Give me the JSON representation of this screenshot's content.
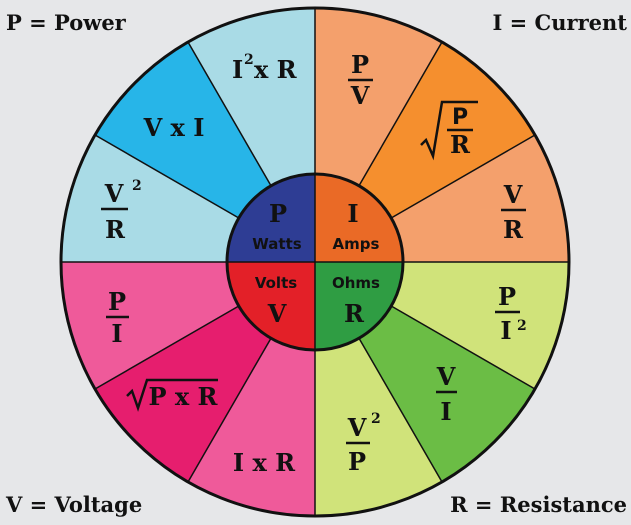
{
  "legend": {
    "power": "P = Power",
    "current": "I = Current",
    "voltage": "V = Voltage",
    "resistance": "R = Resistance"
  },
  "center": {
    "power": {
      "symbol": "P",
      "unit": "Watts",
      "color": "#2e3d94"
    },
    "current": {
      "symbol": "I",
      "unit": "Amps",
      "color": "#ea6a26"
    },
    "voltage": {
      "symbol": "V",
      "unit": "Volts",
      "color": "#e32028"
    },
    "resistance": {
      "symbol": "R",
      "unit": "Ohms",
      "color": "#2f9d43"
    }
  },
  "formulas": {
    "p_i2r": {
      "color": "#a9dbe6"
    },
    "p_vxi": {
      "text": "V x I",
      "color": "#27b5e8"
    },
    "p_v2r": {
      "color": "#a9dbe6"
    },
    "i_pv": {
      "num": "P",
      "den": "V",
      "color": "#f4a06c"
    },
    "i_sqrtpr": {
      "num": "P",
      "den": "R",
      "color": "#f58f2e"
    },
    "i_vr": {
      "num": "V",
      "den": "R",
      "color": "#f4a06c"
    },
    "r_pi2": {
      "color": "#d0e37a"
    },
    "r_vi": {
      "num": "V",
      "den": "I",
      "color": "#6bbd45"
    },
    "r_v2p": {
      "color": "#d0e37a"
    },
    "v_ixr": {
      "text": "I x R",
      "color": "#ef5a9a"
    },
    "v_sqrtpxr": {
      "text": "P x R",
      "color": "#e61e6e"
    },
    "v_pi": {
      "num": "P",
      "den": "I",
      "color": "#ef5a9a"
    }
  },
  "formula_labels": {
    "i2r": "I",
    "i2r_sup": "2",
    "i2r_rest": "x R",
    "v2r_num": "V",
    "v2r_sup": "2",
    "v2r_den": "R",
    "pi2_num": "P",
    "pi2_den": "I",
    "pi2_sup": "2",
    "v2p_num": "V",
    "v2p_sup": "2",
    "v2p_den": "P"
  },
  "style": {
    "ring_color": "#111111",
    "background": "#e6e7e9"
  }
}
